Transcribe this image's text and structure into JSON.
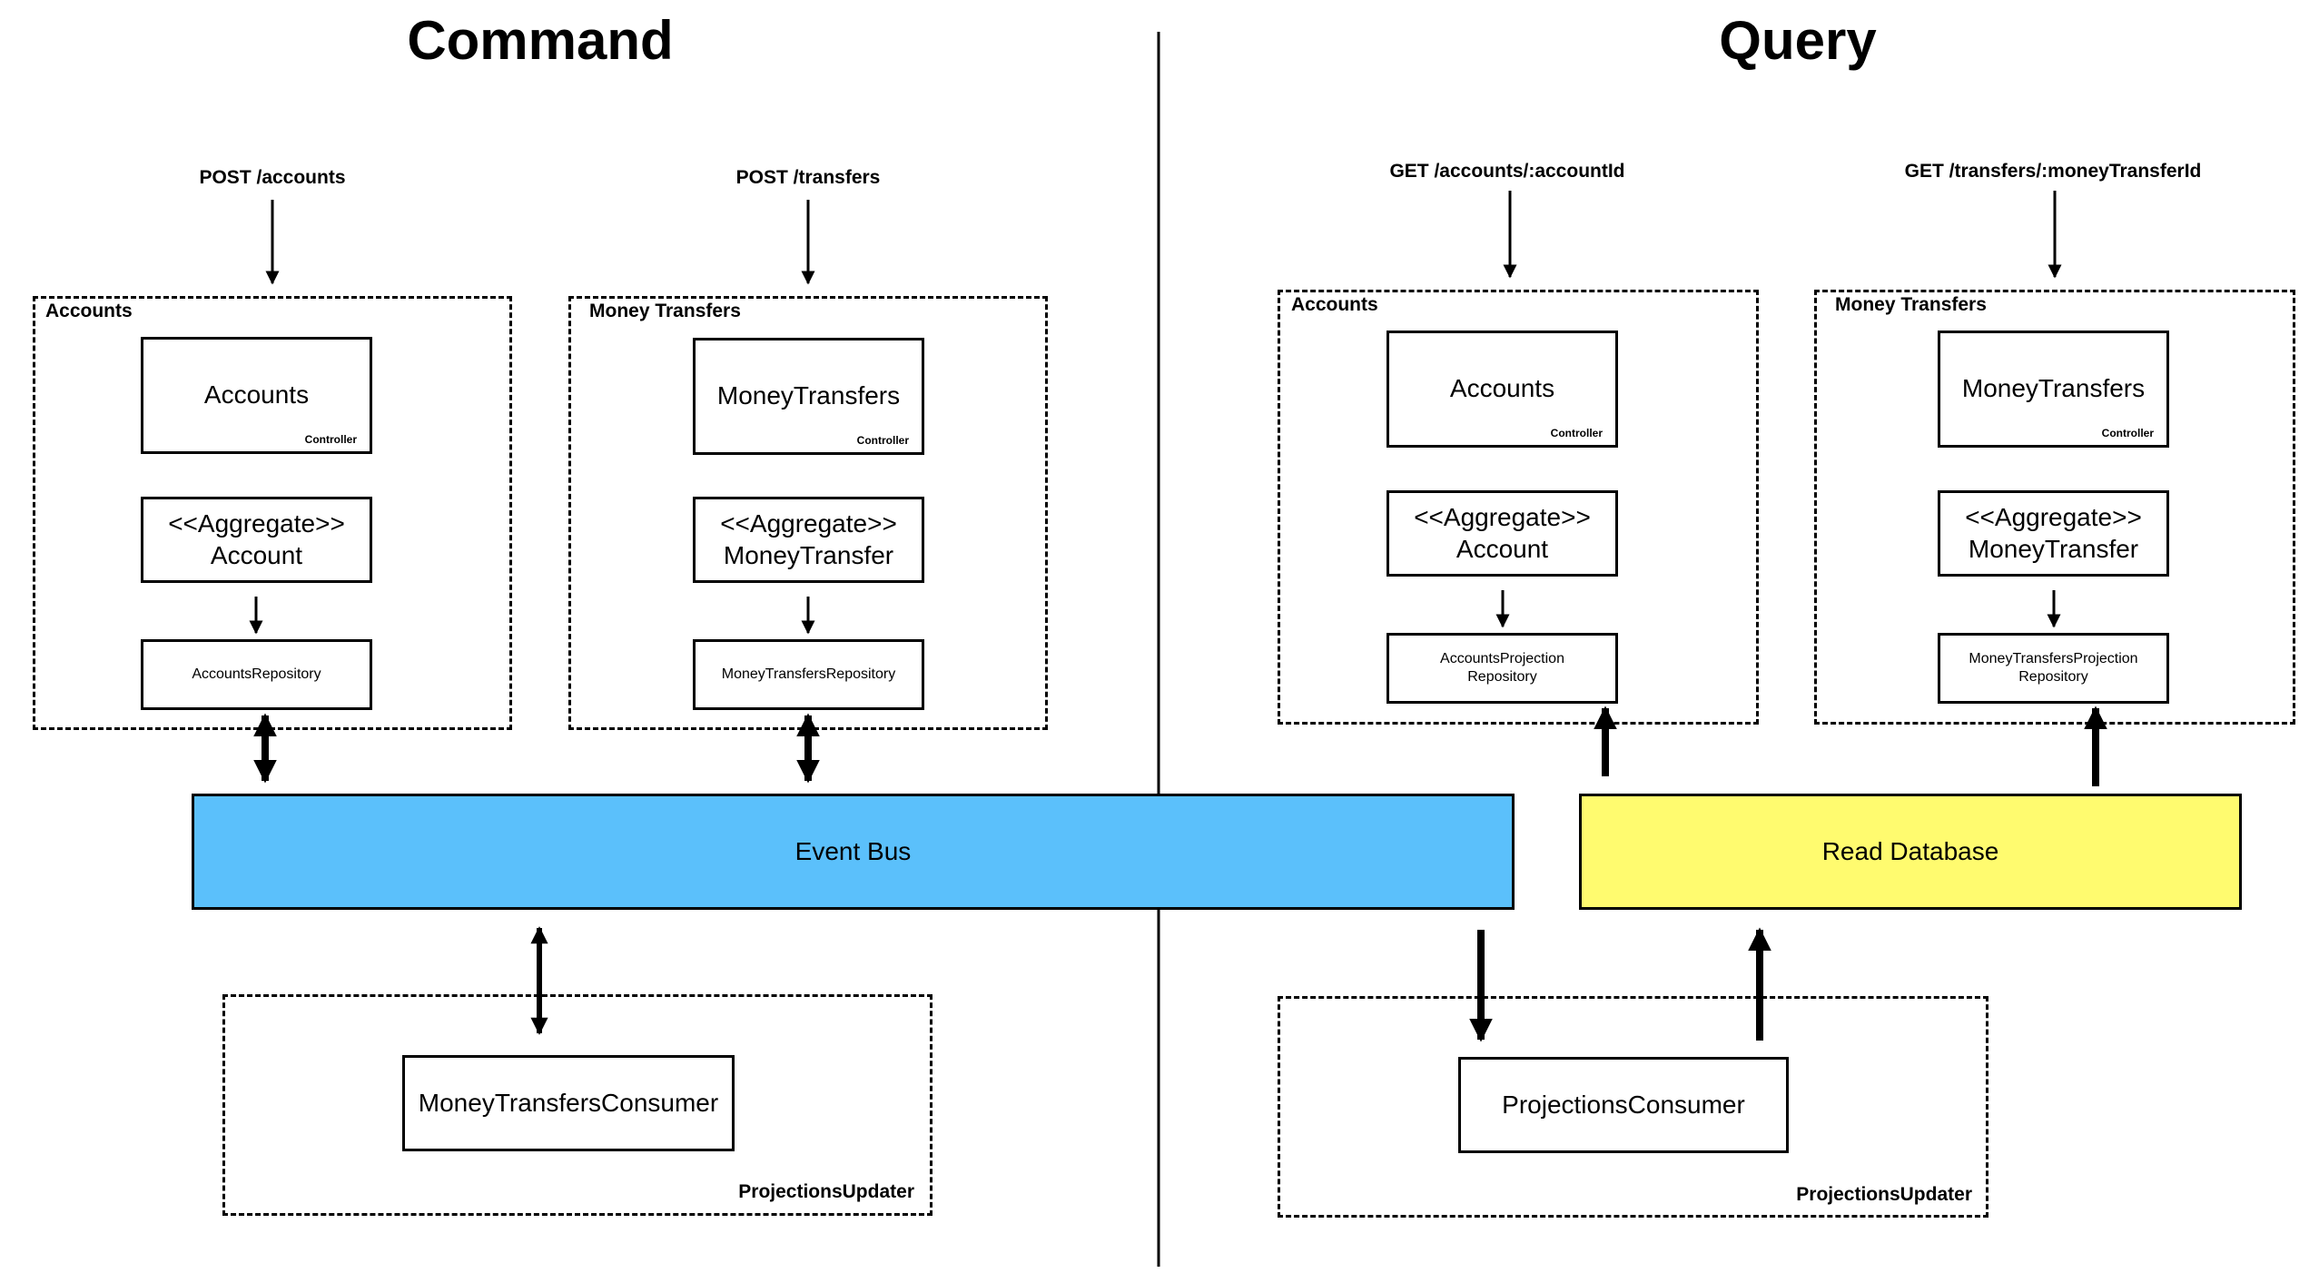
{
  "sections": {
    "command_title": "Command",
    "query_title": "Query"
  },
  "command": {
    "accounts": {
      "endpoint": "POST /accounts",
      "group_label": "Accounts",
      "controller_name": "Accounts",
      "controller_tag": "Controller",
      "aggregate_stereotype": "<<Aggregate>>",
      "aggregate_name": "Account",
      "repository": "AccountsRepository"
    },
    "transfers": {
      "endpoint": "POST /transfers",
      "group_label": "Money Transfers",
      "controller_name": "MoneyTransfers",
      "controller_tag": "Controller",
      "aggregate_stereotype": "<<Aggregate>>",
      "aggregate_name": "MoneyTransfer",
      "repository": "MoneyTransfersRepository"
    },
    "consumer": {
      "name": "MoneyTransfersConsumer",
      "group_label": "ProjectionsUpdater"
    }
  },
  "query": {
    "accounts": {
      "endpoint": "GET /accounts/:accountId",
      "group_label": "Accounts",
      "controller_name": "Accounts",
      "controller_tag": "Controller",
      "aggregate_stereotype": "<<Aggregate>>",
      "aggregate_name": "Account",
      "repository_line1": "AccountsProjection",
      "repository_line2": "Repository"
    },
    "transfers": {
      "endpoint": "GET /transfers/:moneyTransferId",
      "group_label": "Money Transfers",
      "controller_name": "MoneyTransfers",
      "controller_tag": "Controller",
      "aggregate_stereotype": "<<Aggregate>>",
      "aggregate_name": "MoneyTransfer",
      "repository_line1": "MoneyTransfersProjection",
      "repository_line2": "Repository"
    },
    "consumer": {
      "name": "ProjectionsConsumer",
      "group_label": "ProjectionsUpdater"
    }
  },
  "bus": {
    "event_bus_label": "Event Bus",
    "read_db_label": "Read Database"
  },
  "colors": {
    "event_bus": "#5bc0fb",
    "read_db": "#fffb6f"
  }
}
